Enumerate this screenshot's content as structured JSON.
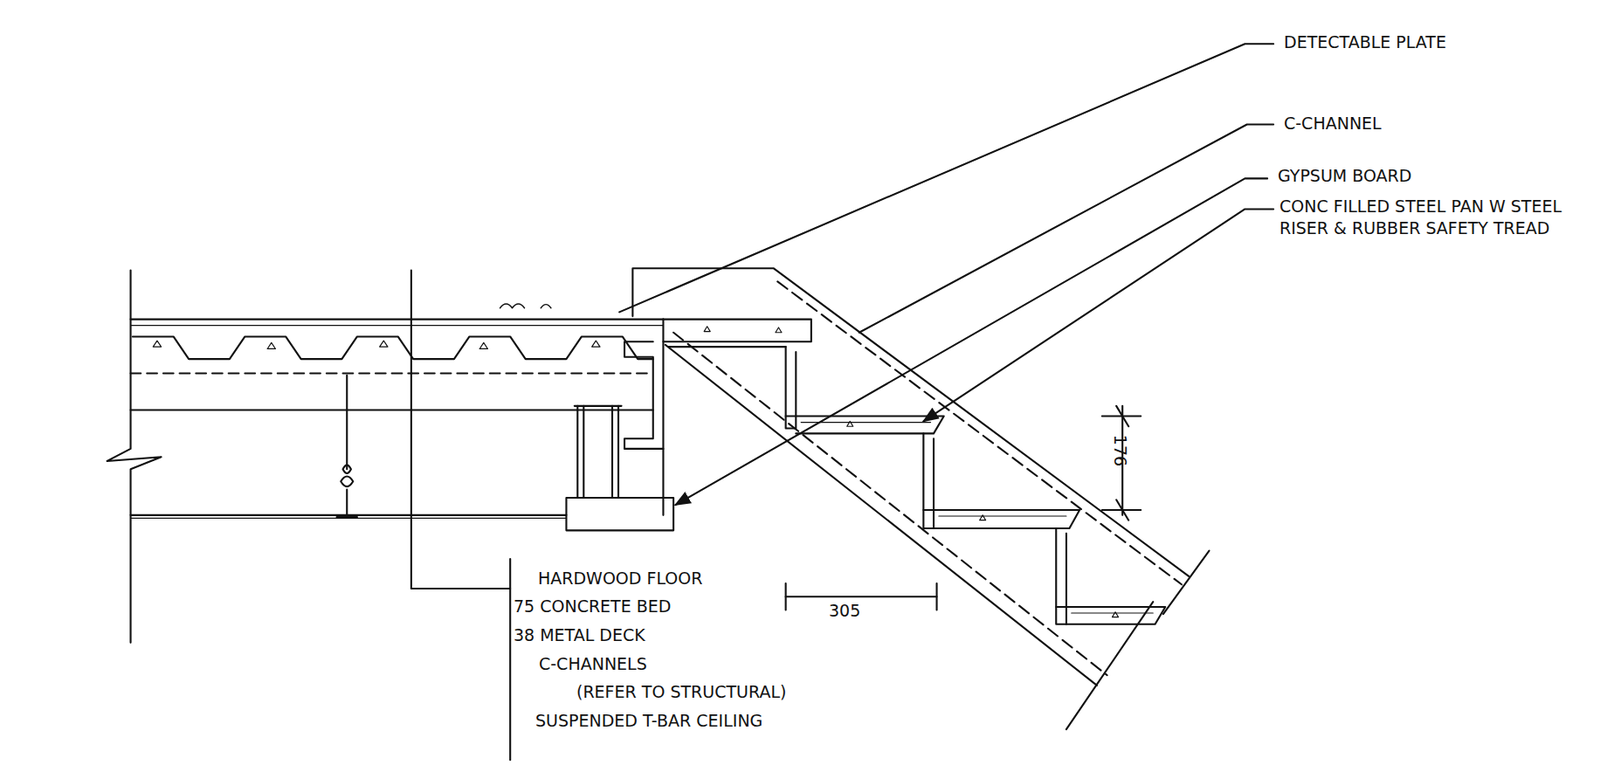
{
  "diagram": {
    "labels": [
      "DETECTABLE PLATE",
      "C-CHANNEL",
      "GYPSUM BOARD",
      "CONC FILLED STEEL PAN W STEEL RISER & RUBBER SAFETY TREAD",
      "176",
      "305",
      "HARDWOOD FLOOR",
      "75 CONCRETE BED",
      "38 METAL DECK",
      "C-CHANNELS",
      "(REFER TO STRUCTURAL)",
      "SUSPENDED T-BAR CEILING"
    ]
  }
}
